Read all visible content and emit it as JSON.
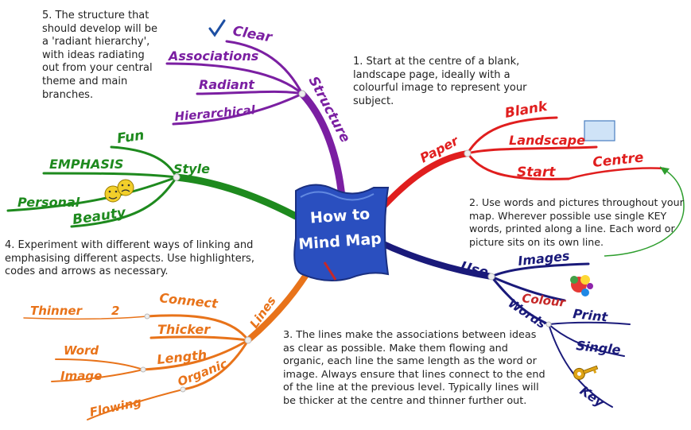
{
  "center": {
    "line1": "How to",
    "line2": "Mind Map"
  },
  "notes": {
    "n1": "1. Start at the centre of a blank, landscape page, ideally with a colourful image to represent your subject.",
    "n2": "2. Use words and pictures throughout your map. Wherever possible use single KEY words, printed along a line. Each word or picture sits on its own line.",
    "n3": "3. The lines make the associations between ideas as clear as possible. Make them flowing and organic, each line the same length as the word or image. Always ensure that lines connect to the end of the line at the previous level. Typically lines will be thicker at the centre and thinner further out.",
    "n4": "4. Experiment with different ways of linking and emphasising different aspects. Use highlighters, codes and arrows as necessary.",
    "n5": "5. The structure that should develop will be a 'radiant hierarchy', with ideas radiating out from your central theme and main branches."
  },
  "branches": {
    "structure": {
      "label": "Structure",
      "color": "#7b1fa2",
      "children": [
        "Clear",
        "Associations",
        "Radiant",
        "Hierarchical"
      ]
    },
    "paper": {
      "label": "Paper",
      "color": "#e01e1e",
      "children": [
        "Blank",
        "Landscape",
        "Start",
        "Centre"
      ]
    },
    "style": {
      "label": "Style",
      "color": "#1e8a1e",
      "children": [
        "Fun",
        "EMPHASIS",
        "Personal",
        "Beauty"
      ]
    },
    "use": {
      "label": "Use",
      "color": "#1a1a7a",
      "children": [
        "Images",
        "Colour",
        "Words",
        "Print",
        "Single",
        "Key"
      ]
    },
    "lines": {
      "label": "Lines",
      "color": "#e8731a",
      "children": [
        "Connect",
        "Thinner",
        "2",
        "Thicker",
        "Word",
        "Length",
        "Image",
        "Organic",
        "Flowing"
      ]
    }
  },
  "icons": [
    "check-icon",
    "landscape-page-icon",
    "smiley-faces-icon",
    "palette-icon",
    "key-icon",
    "arrow-icon"
  ]
}
